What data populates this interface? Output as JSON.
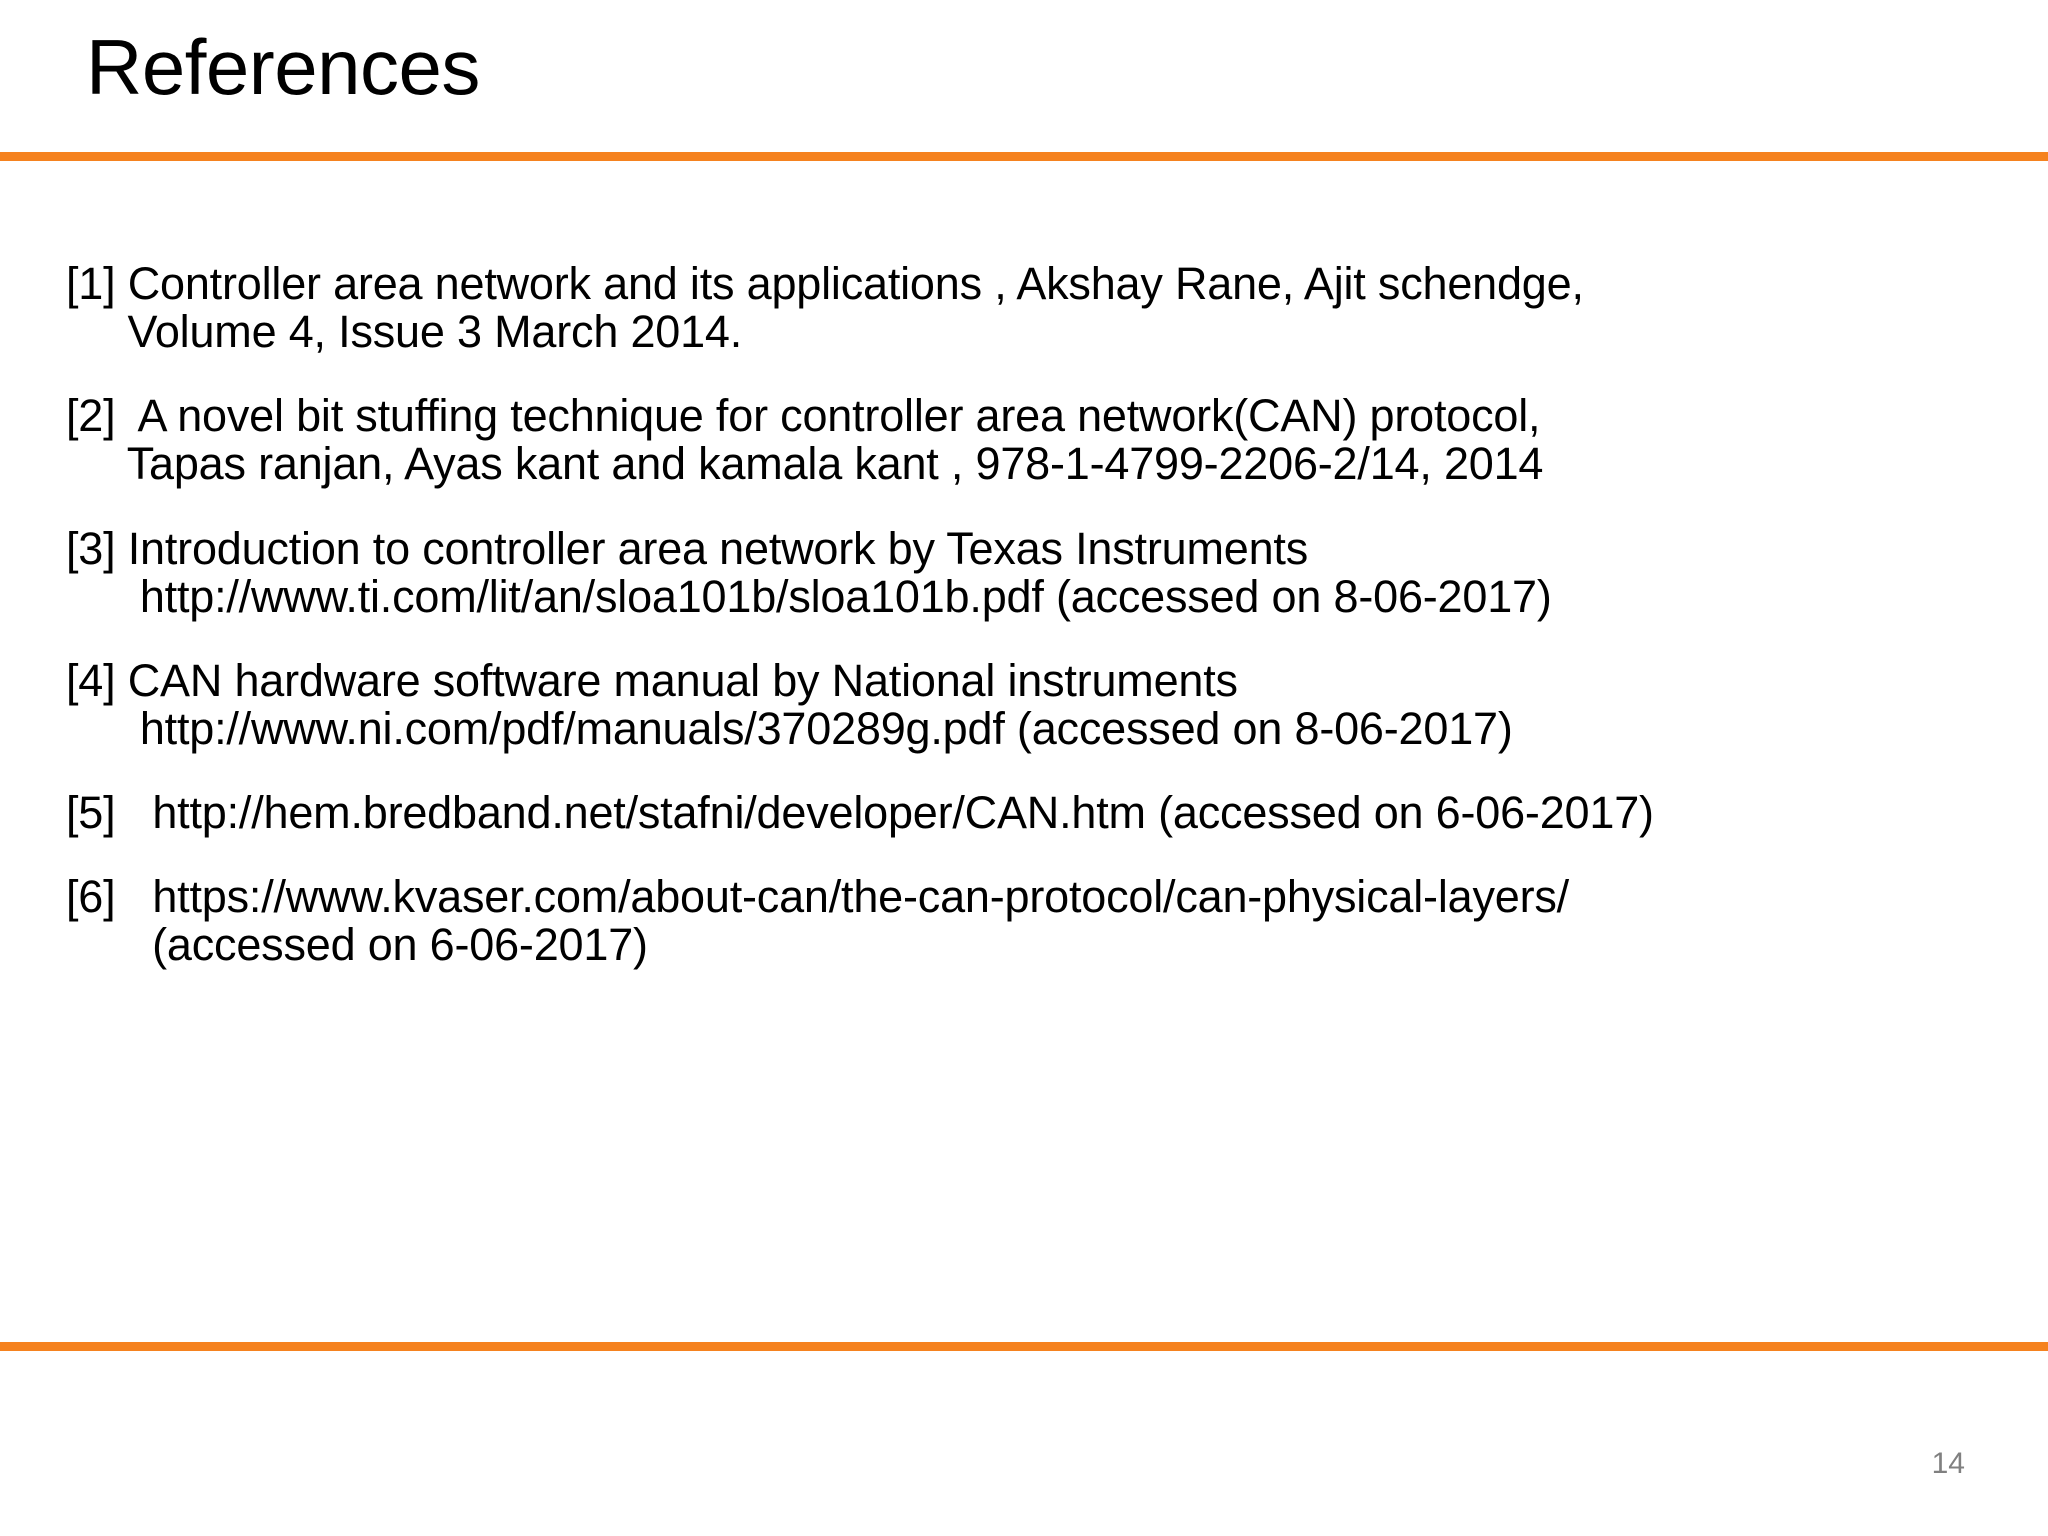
{
  "slide": {
    "title": "References",
    "page_number": "14",
    "accent_color": "#F5821F",
    "text_color": "#000000",
    "page_number_color": "#808080",
    "background_color": "#FFFFFF"
  },
  "references": [
    {
      "marker": "[1]",
      "lines": [
        "[1] Controller area network and its applications , Akshay Rane, Ajit schendge,",
        "     Volume 4, Issue 3 March 2014."
      ]
    },
    {
      "marker": "[2]",
      "lines": [
        "[2]  A novel bit stuffing technique for controller area network(CAN) protocol,",
        "     Tapas ranjan, Ayas kant and kamala kant , 978-1-4799-2206-2/14, 2014"
      ]
    },
    {
      "marker": "[3]",
      "lines": [
        "[3] Introduction to controller area network by Texas Instruments",
        "      http://www.ti.com/lit/an/sloa101b/sloa101b.pdf (accessed on 8-06-2017)"
      ]
    },
    {
      "marker": "[4]",
      "lines": [
        "[4] CAN hardware software manual by National instruments",
        "      http://www.ni.com/pdf/manuals/370289g.pdf (accessed on 8-06-2017)"
      ]
    },
    {
      "marker": "[5]",
      "lines": [
        "[5]   http://hem.bredband.net/stafni/developer/CAN.htm (accessed on 6-06-2017)"
      ]
    },
    {
      "marker": "[6]",
      "lines": [
        "[6]   https://www.kvaser.com/about-can/the-can-protocol/can-physical-layers/",
        "       (accessed on 6-06-2017)"
      ]
    }
  ]
}
